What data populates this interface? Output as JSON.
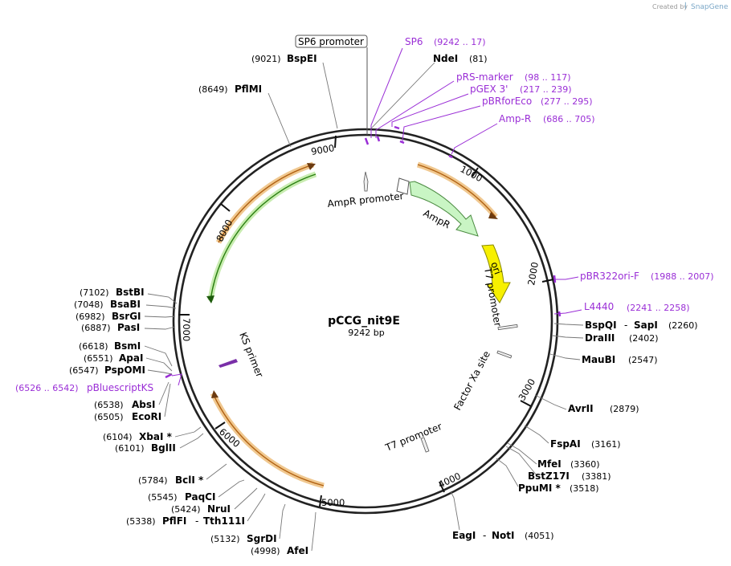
{
  "credit": {
    "prefix": "Created by",
    "brand": "SnapGene"
  },
  "plasmid": {
    "name": "pCCG_nit9E",
    "size_label": "9242 bp",
    "length": 9242
  },
  "ticks": [
    "1000",
    "2000",
    "3000",
    "4000",
    "5000",
    "6000",
    "7000",
    "8000",
    "9000"
  ],
  "features_inner": {
    "sp6_box": "SP6 promoter",
    "ampr_promoter": "AmpR promoter",
    "ampr": "AmpR",
    "ori": "ori",
    "t7_promoter_1": "T7 promoter",
    "factor_xa": "Factor Xa site",
    "t7_promoter_2": "T7 promoter",
    "ks_primer": "KS primer"
  },
  "primers": {
    "sp6": {
      "name": "SP6",
      "range": "(9242 .. 17)"
    },
    "prs": {
      "name": "pRS-marker",
      "range": "(98 .. 117)"
    },
    "pgex": {
      "name": "pGEX 3'",
      "range": "(217 .. 239)"
    },
    "pbr": {
      "name": "pBRforEco",
      "range": "(277 .. 295)"
    },
    "ampr": {
      "name": "Amp-R",
      "range": "(686 .. 705)"
    },
    "pbr322": {
      "name": "pBR322ori-F",
      "range": "(1988 .. 2007)"
    },
    "l4440": {
      "name": "L4440",
      "range": "(2241 .. 2258)"
    },
    "pbluescript": {
      "name": "pBluescriptKS",
      "range": "(6526 .. 6542)"
    }
  },
  "enzymes": {
    "bspei": {
      "name": "BspEI",
      "pos": "(9021)"
    },
    "pflmi": {
      "name": "PflMI",
      "pos": "(8649)"
    },
    "ndei": {
      "name": "NdeI",
      "pos": "(81)"
    },
    "bspqi": {
      "name": "BspQI",
      "sep": "-",
      "name2": "SapI",
      "pos": "(2260)"
    },
    "draiii": {
      "name": "DraIII",
      "pos": "(2402)"
    },
    "maubi": {
      "name": "MauBI",
      "pos": "(2547)"
    },
    "avrii": {
      "name": "AvrII",
      "pos": "(2879)"
    },
    "fspai": {
      "name": "FspAI",
      "pos": "(3161)"
    },
    "mfei": {
      "name": "MfeI",
      "pos": "(3360)"
    },
    "bstz17i": {
      "name": "BstZ17I",
      "pos": "(3381)"
    },
    "ppumi": {
      "name": "PpuMI *",
      "pos": "(3518)"
    },
    "eagi": {
      "name": "EagI",
      "sep": "-",
      "name2": "NotI",
      "pos": "(4051)"
    },
    "bstbi": {
      "name": "BstBI",
      "pos": "(7102)"
    },
    "bsabi": {
      "name": "BsaBI",
      "pos": "(7048)"
    },
    "bsrgi": {
      "name": "BsrGI",
      "pos": "(6982)"
    },
    "pasi": {
      "name": "PasI",
      "pos": "(6887)"
    },
    "bsmi": {
      "name": "BsmI",
      "pos": "(6618)"
    },
    "apai": {
      "name": "ApaI",
      "pos": "(6551)"
    },
    "pspomi": {
      "name": "PspOMI",
      "pos": "(6547)"
    },
    "absi": {
      "name": "AbsI",
      "pos": "(6538)"
    },
    "ecori": {
      "name": "EcoRI",
      "pos": "(6505)"
    },
    "xbai": {
      "name": "XbaI *",
      "pos": "(6104)"
    },
    "bglii": {
      "name": "BglII",
      "pos": "(6101)"
    },
    "bcli": {
      "name": "BclI *",
      "pos": "(5784)"
    },
    "paqci": {
      "name": "PaqCI",
      "pos": "(5545)"
    },
    "nrui": {
      "name": "NruI",
      "pos": "(5424)"
    },
    "pflfi": {
      "name": "PflFI",
      "sep": "-",
      "name2": "Tth111I",
      "pos": "(5338)"
    },
    "sgrdi": {
      "name": "SgrDI",
      "pos": "(5132)"
    },
    "afei": {
      "name": "AfeI",
      "pos": "(4998)"
    }
  },
  "colors": {
    "backbone": "#222222",
    "primer": "#9a2ed6",
    "ampr_fill": "#c9f5c4",
    "ori_fill": "#f7f000",
    "orange_arc": "#f0a040",
    "green_arc": "#3aa020"
  }
}
